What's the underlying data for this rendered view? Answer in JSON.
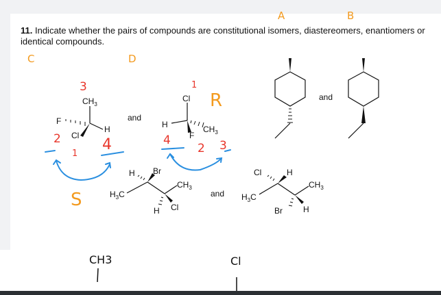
{
  "question": {
    "number": "11.",
    "text": "Indicate whether the pairs of compounds are constitutional isomers, diastereomers, enantiomers or identical compounds."
  },
  "connector": "and",
  "molecules": {
    "pair_c_left": {
      "top": "CH",
      "top_sub": "3",
      "left": "F",
      "bottom": "Cl",
      "right": "H"
    },
    "pair_c_right": {
      "top": "Cl",
      "left": "H",
      "right": "CH",
      "right_sub": "3",
      "bottom": "F"
    },
    "pair_d_left": {
      "h1": "H",
      "br": "Br",
      "ch3_pre": "H",
      "ch3_sub": "3",
      "ch3_post": "C",
      "ch3b": "CH",
      "ch3b_sub": "3",
      "h2": "H",
      "cl": "Cl"
    },
    "pair_d_right": {
      "cl": "Cl",
      "h1": "H",
      "ch3_pre": "H",
      "ch3_sub": "3",
      "ch3_post": "C",
      "ch3b": "CH",
      "ch3b_sub": "3",
      "br": "Br",
      "h2": "H"
    }
  },
  "annotations": {
    "labels": [
      "A",
      "B",
      "C",
      "D"
    ],
    "config_left": "S",
    "config_right": "R",
    "priorities_left": [
      "3",
      "2",
      "4",
      "1"
    ],
    "priorities_right": [
      "1",
      "4",
      "2",
      "3"
    ],
    "bottom_notes": [
      "CH3",
      "Cl"
    ]
  },
  "colors": {
    "orange": "#f39a1e",
    "red": "#e8362b",
    "blue": "#2a8fe0"
  }
}
